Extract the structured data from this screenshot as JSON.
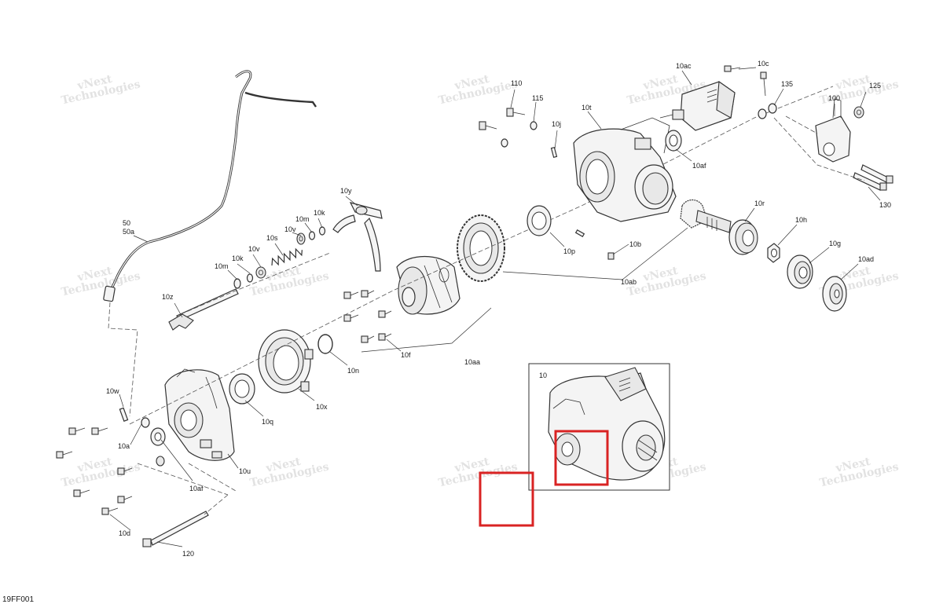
{
  "diagram": {
    "figure_code": "19FF001",
    "watermark_line1": "vNext",
    "watermark_line2": "Technologies",
    "highlight_color": "#d92323",
    "labels": {
      "p50": "50",
      "p50a": "50a",
      "p10z": "10z",
      "p10w": "10w",
      "p10a": "10a",
      "p10af_left": "10af",
      "p10d": "10d",
      "p120": "120",
      "p10u": "10u",
      "p10q": "10q",
      "p10x": "10x",
      "p10n": "10n",
      "p10f": "10f",
      "p10aa": "10aa",
      "p10m_left": "10m",
      "p10k_left": "10k",
      "p10v_left": "10v",
      "p10s": "10s",
      "p10v_right": "10v",
      "p10m_right": "10m",
      "p10k_right": "10k",
      "p10y": "10y",
      "p110": "110",
      "p115": "115",
      "p10j": "10j",
      "p10t": "10t",
      "p10ac": "10ac",
      "p10c": "10c",
      "p10af_right": "10af",
      "p135": "135",
      "p100": "100",
      "p125": "125",
      "p130": "130",
      "p10p": "10p",
      "p10b": "10b",
      "p10ab": "10ab",
      "p10r": "10r",
      "p10h": "10h",
      "p10g": "10g",
      "p10ad": "10ad",
      "p10": "10"
    }
  }
}
